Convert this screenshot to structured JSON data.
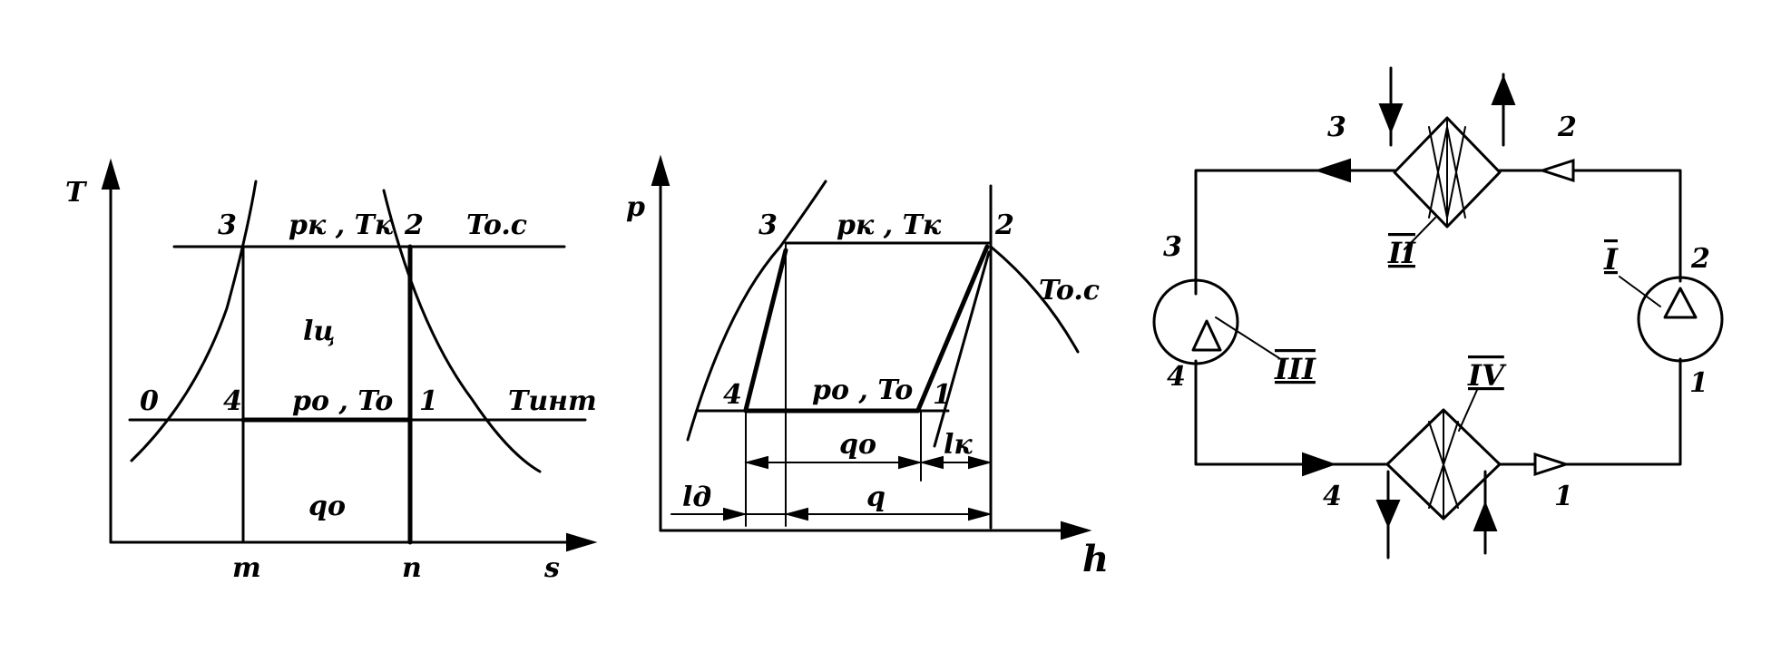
{
  "ts_diagram": {
    "axis_y": "T",
    "axis_x": "s",
    "pt3": "3",
    "pt2": "2",
    "pt0": "0",
    "pt4": "4",
    "pt1": "1",
    "top_line": "pк , Tк",
    "top_right": "To.c",
    "cycle_work": "lц",
    "bottom_line": "po , To",
    "bottom_right": "Tинт",
    "area": "qo",
    "tick_m": "m",
    "tick_n": "n"
  },
  "ph_diagram": {
    "axis_y": "p",
    "axis_x": "h",
    "pt3": "3",
    "pt2": "2",
    "pt4": "4",
    "pt1": "1",
    "top_line": "pк , Tк",
    "right_curve": "To.c",
    "bottom_line": "po , To",
    "q0": "qo",
    "lk": "lк",
    "ld": "lд",
    "q": "q"
  },
  "schematic": {
    "n3_top": "3",
    "n2_top": "2",
    "n3_left": "3",
    "n4_left": "4",
    "n2_right": "2",
    "n1_right": "1",
    "n4_bottom": "4",
    "n1_bottom": "1",
    "label_I": "I",
    "label_II": "II",
    "label_III": "III",
    "label_IV": "IV"
  }
}
